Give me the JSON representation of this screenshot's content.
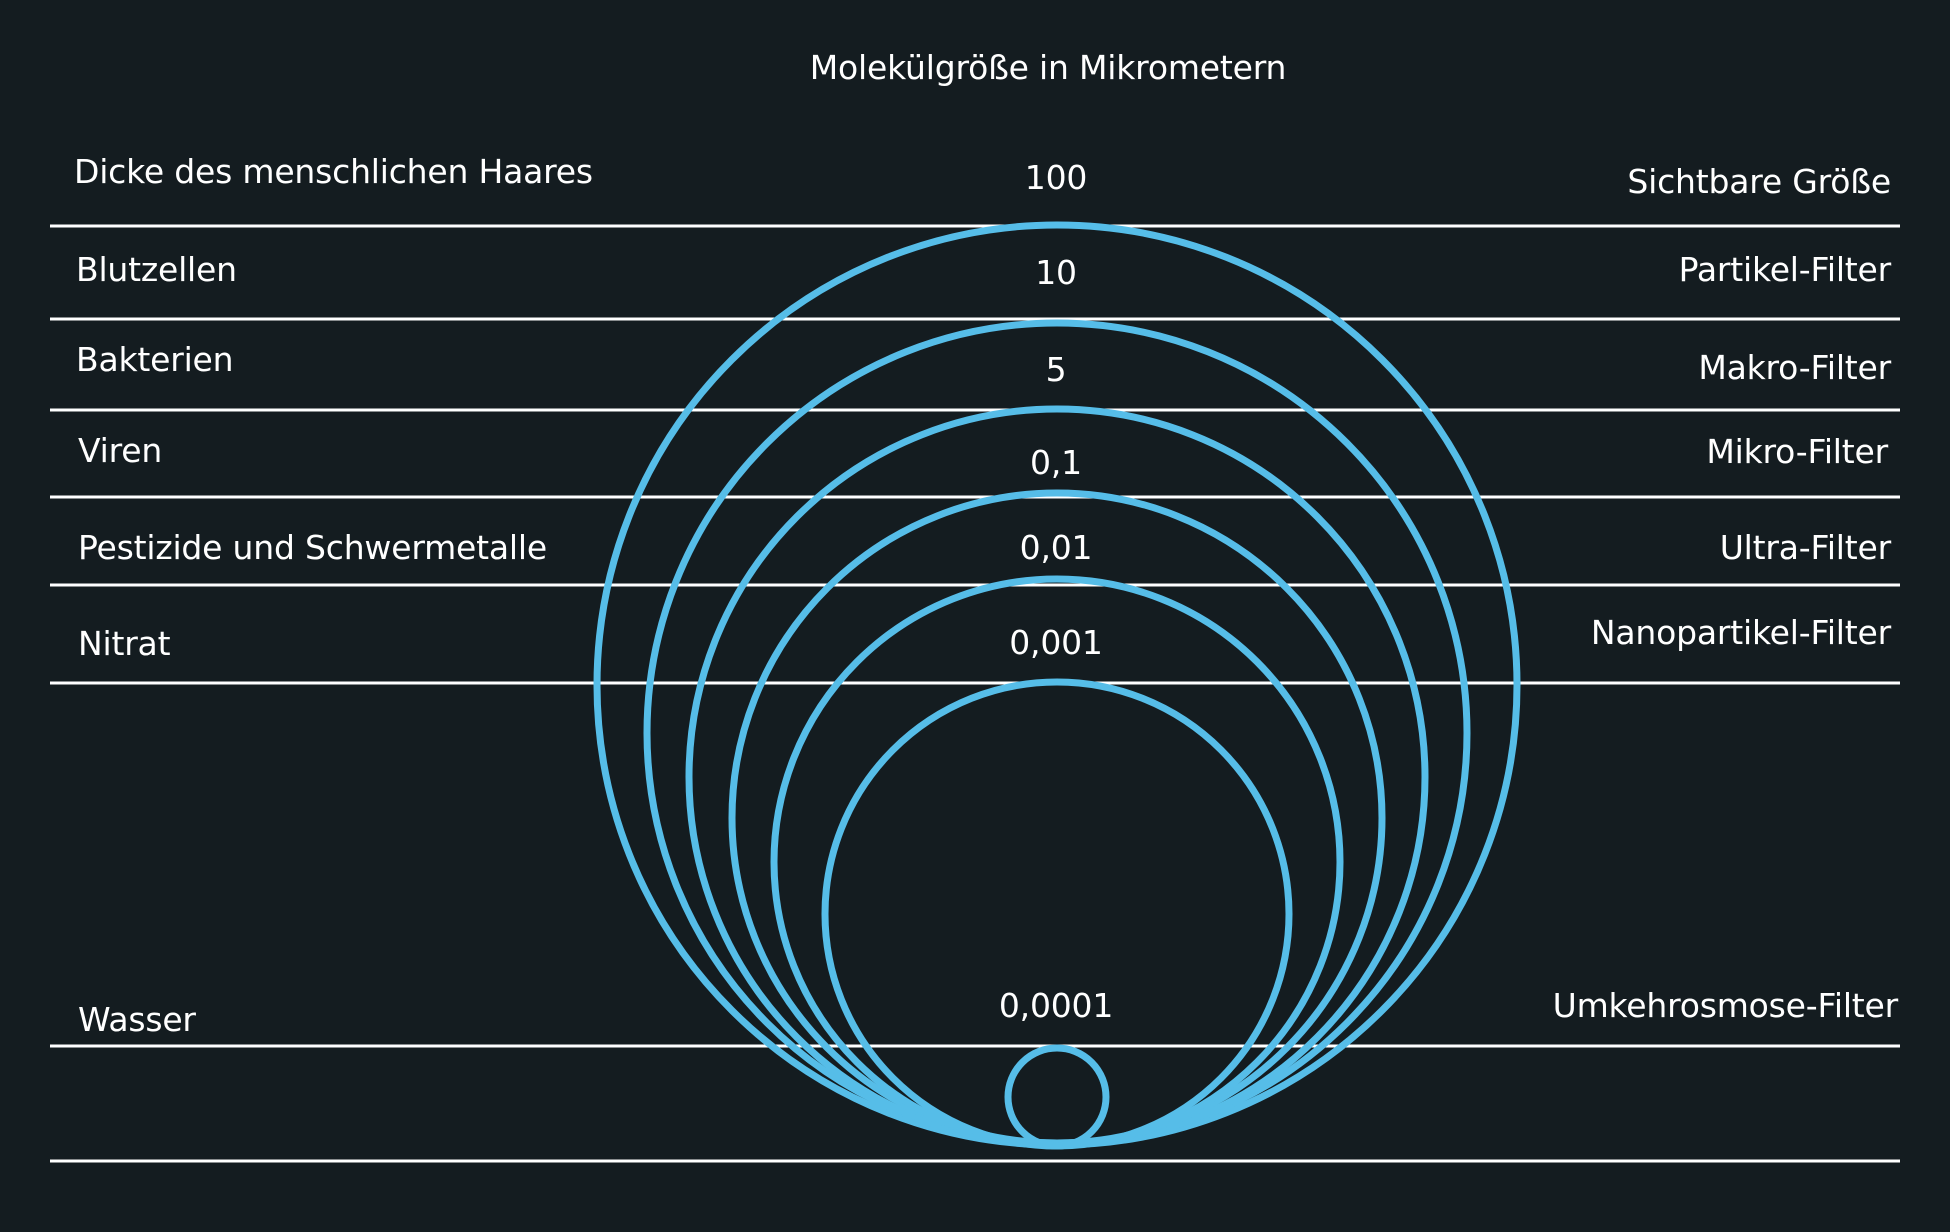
{
  "title": "Molekülgröße in Mikrometern",
  "colors": {
    "background": "#141c20",
    "circle": "#56bde8",
    "line": "#ffffff",
    "text": "#ffffff"
  },
  "rows": [
    {
      "substance": "Dicke des menschlichen Haares",
      "size": "100",
      "filter": "Sichtbare Größe",
      "size_um": 100
    },
    {
      "substance": "Blutzellen",
      "size": "10",
      "filter": "Partikel-Filter",
      "size_um": 10
    },
    {
      "substance": "Bakterien",
      "size": "5",
      "filter": "Makro-Filter",
      "size_um": 5
    },
    {
      "substance": "Viren",
      "size": "0,1",
      "filter": "Mikro-Filter",
      "size_um": 0.1
    },
    {
      "substance": "Pestizide und Schwermetalle",
      "size": "0,01",
      "filter": "Ultra-Filter",
      "size_um": 0.01
    },
    {
      "substance": "Nitrat",
      "size": "0,001",
      "filter": "Nanopartikel-Filter",
      "size_um": 0.001
    },
    {
      "substance": "Wasser",
      "size": "0,0001",
      "filter": "Umkehrosmose-Filter",
      "size_um": 0.0001
    }
  ]
}
